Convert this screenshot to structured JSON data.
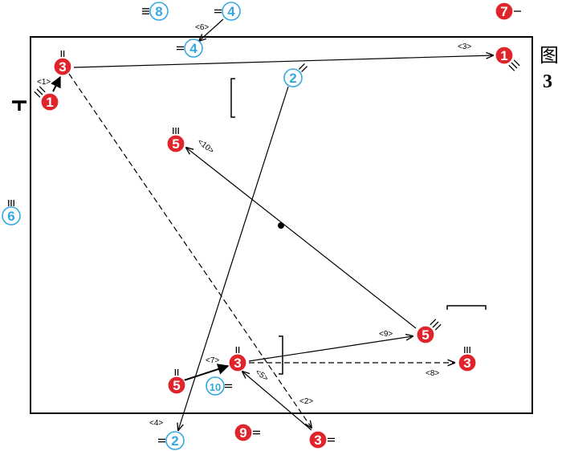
{
  "figure": {
    "char": "图",
    "num": "3"
  },
  "colors": {
    "red": "#e0242c",
    "blue": "#34a8e0",
    "line": "#000000"
  },
  "players": [
    {
      "id": "red-1-left",
      "team": "red",
      "label": "1"
    },
    {
      "id": "red-3-top",
      "team": "red",
      "label": "3"
    },
    {
      "id": "red-1-right",
      "team": "red",
      "label": "1"
    },
    {
      "id": "red-7",
      "team": "red",
      "label": "7"
    },
    {
      "id": "red-5-mid",
      "team": "red",
      "label": "5"
    },
    {
      "id": "red-5-right",
      "team": "red",
      "label": "5"
    },
    {
      "id": "red-3-center",
      "team": "red",
      "label": "3"
    },
    {
      "id": "red-5-low",
      "team": "red",
      "label": "5"
    },
    {
      "id": "red-3-right",
      "team": "red",
      "label": "3"
    },
    {
      "id": "red-9",
      "team": "red",
      "label": "9"
    },
    {
      "id": "red-3-bottom",
      "team": "red",
      "label": "3"
    },
    {
      "id": "blue-8",
      "team": "blue",
      "label": "8"
    },
    {
      "id": "blue-4-top",
      "team": "blue",
      "label": "4"
    },
    {
      "id": "blue-4-mid",
      "team": "blue",
      "label": "4"
    },
    {
      "id": "blue-2-top",
      "team": "blue",
      "label": "2"
    },
    {
      "id": "blue-6",
      "team": "blue",
      "label": "6"
    },
    {
      "id": "blue-10",
      "team": "blue",
      "label": "10"
    },
    {
      "id": "blue-2-bottom",
      "team": "blue",
      "label": "2"
    }
  ],
  "arrow_labels": [
    "<1>",
    "<2>",
    "<3>",
    "<4>",
    "<5>",
    "<6>",
    "<7>",
    "<8>",
    "<9>",
    "<10>"
  ]
}
